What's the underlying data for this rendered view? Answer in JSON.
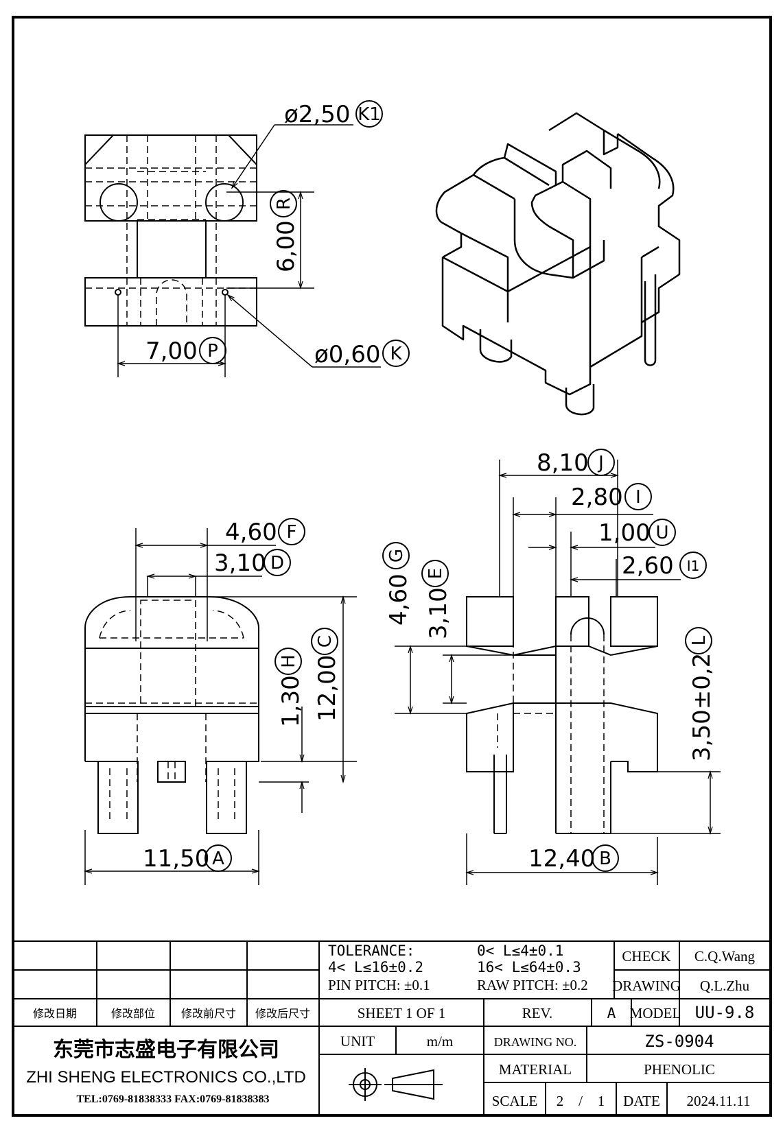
{
  "dimensions": {
    "k1": {
      "value": "ø2,50",
      "tag": "K1"
    },
    "r": {
      "value": "6,00",
      "tag": "R"
    },
    "p": {
      "value": "7,00",
      "tag": "P"
    },
    "k": {
      "value": "ø0,60",
      "tag": "K"
    },
    "f": {
      "value": "4,60",
      "tag": "F"
    },
    "d": {
      "value": "3,10",
      "tag": "D"
    },
    "h": {
      "value": "1,30",
      "tag": "H"
    },
    "c": {
      "value": "12,00",
      "tag": "C"
    },
    "a": {
      "value": "11,50",
      "tag": "A"
    },
    "j": {
      "value": "8,10",
      "tag": "J"
    },
    "i": {
      "value": "2,80",
      "tag": "I"
    },
    "u": {
      "value": "1,00",
      "tag": "U"
    },
    "i1": {
      "value": "2,60",
      "tag": "I1"
    },
    "g": {
      "value": "4,60",
      "tag": "G"
    },
    "e": {
      "value": "3,10",
      "tag": "E"
    },
    "l": {
      "value": "3,50±0,2",
      "tag": "L"
    },
    "b": {
      "value": "12,40",
      "tag": "B"
    }
  },
  "title_block": {
    "tolerance_label": "TOLERANCE:",
    "tol_1": "0< L≤4±0.1",
    "tol_2": "4< L≤16±0.2",
    "tol_3": "16< L≤64±0.3",
    "pin_pitch": "PIN PITCH: ±0.1",
    "raw_pitch": "RAW PITCH: ±0.2",
    "check_label": "CHECK",
    "check_value": "C.Q.Wang",
    "drawing_label": "DRAWING",
    "drawing_value": "Q.L.Zhu",
    "rev_headers": [
      "修改日期",
      "修改部位",
      "修改前尺寸",
      "修改后尺寸"
    ],
    "sheet": "SHEET 1 OF 1",
    "rev_label": "REV.",
    "rev_value": "A",
    "model_label": "MODEL",
    "model_value": "UU-9.8",
    "company_cn": "东莞市志盛电子有限公司",
    "company_en": "ZHI SHENG ELECTRONICS CO.,LTD",
    "company_tel": "TEL:0769-81838333 FAX:0769-81838383",
    "unit_label": "UNIT",
    "unit_value": "m/m",
    "drawing_no_label": "DRAWING NO.",
    "drawing_no_value": "ZS-0904",
    "material_label": "MATERIAL",
    "material_value": "PHENOLIC",
    "scale_label": "SCALE",
    "scale_num": "2",
    "scale_sep": "/",
    "scale_den": "1",
    "date_label": "DATE",
    "date_value": "2024.11.11"
  }
}
